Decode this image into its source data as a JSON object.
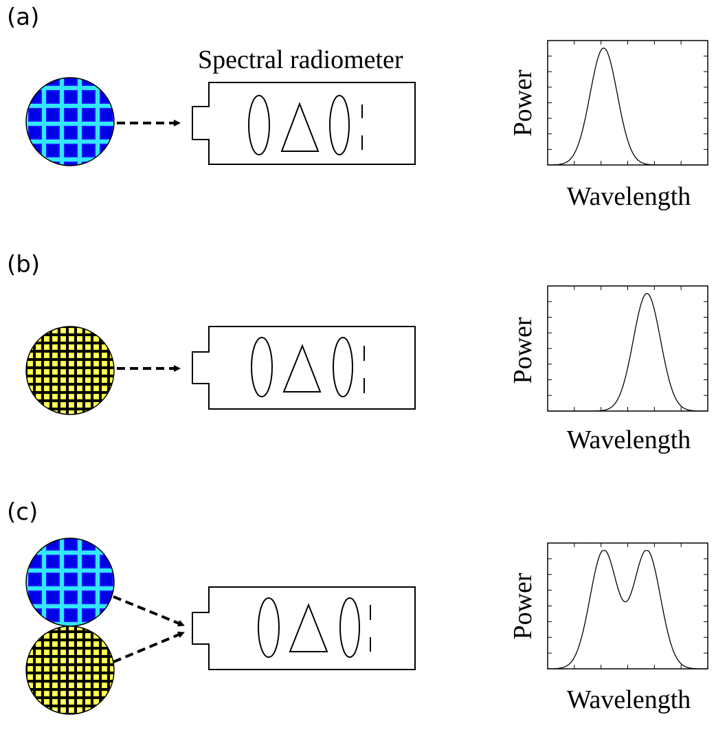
{
  "colors": {
    "blue_fill": "#1a1aff",
    "blue_grid": "#33e6ff",
    "yellow_fill": "#ffff33",
    "yellow_grid": "#000000"
  },
  "panels": [
    {
      "label": "(a)",
      "title": "Spectral radiometer",
      "sources": [
        "blue"
      ],
      "plot": {
        "ylabel": "Power",
        "xlabel": "Wavelength",
        "peaks": [
          0.35
        ]
      }
    },
    {
      "label": "(b)",
      "title": "",
      "sources": [
        "yellow"
      ],
      "plot": {
        "ylabel": "Power",
        "xlabel": "Wavelength",
        "peaks": [
          0.62
        ]
      }
    },
    {
      "label": "(c)",
      "title": "",
      "sources": [
        "blue",
        "yellow"
      ],
      "plot": {
        "ylabel": "Power",
        "xlabel": "Wavelength",
        "peaks": [
          0.35,
          0.62
        ]
      }
    }
  ]
}
